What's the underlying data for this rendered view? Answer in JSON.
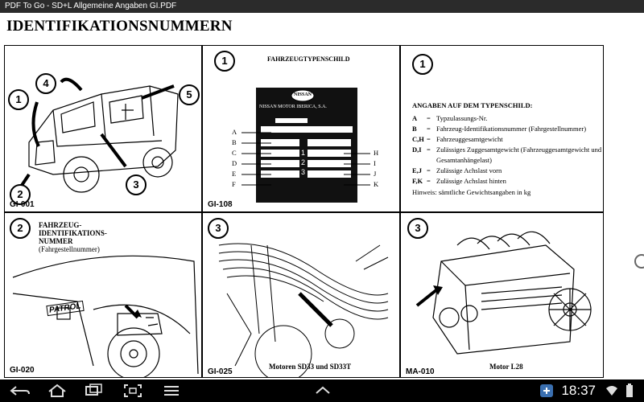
{
  "window": {
    "title": "PDF To Go - SD+L Allgemeine Angaben GI.PDF"
  },
  "document": {
    "title": "IDENTIFIKATIONSNUMMERN",
    "panels": {
      "p1": {
        "code": "GI-001",
        "callouts": [
          "1",
          "2",
          "3",
          "4",
          "5"
        ]
      },
      "p2": {
        "badge": "1",
        "code": "GI-108",
        "plate_title": "FAHRZEUGTYPENSCHILD",
        "brand": "NISSAN",
        "maker": "NISSAN MOTOR IBERICA, S.A.",
        "letters_left": [
          "A",
          "B",
          "C",
          "D",
          "E",
          "F"
        ],
        "letters_right": [
          "H",
          "I",
          "J",
          "K"
        ],
        "digits": [
          "1",
          "2",
          "3"
        ]
      },
      "p3": {
        "badge": "1",
        "heading": "ANGABEN AUF DEM TYPENSCHILD:",
        "items": [
          {
            "key": "A",
            "text": "Typzulassungs-Nr."
          },
          {
            "key": "B",
            "text": "Fahrzeug-Identifikationsnummer (Fahrgestellnummer)"
          },
          {
            "key": "C,H",
            "text": "Fahrzeuggesamtgewicht"
          },
          {
            "key": "D,I",
            "text": "Zulässiges Zuggesamtgewicht (Fahrzeuggesamtgewicht und Gesamtanhängelast)"
          },
          {
            "key": "E,J",
            "text": "Zulässige Achslast vorn"
          },
          {
            "key": "F,K",
            "text": "Zulässige Achslast hinten"
          }
        ],
        "note": "Hinweis: sämtliche Gewichtsangaben in kg"
      },
      "p4": {
        "badge": "2",
        "code": "GI-020",
        "label_1": "FAHRZEUG-",
        "label_2": "IDENTIFIKATIONS-",
        "label_3": "NUMMER",
        "label_4": "(Fahrgestellnummer)",
        "badge_text": "PATROL"
      },
      "p5": {
        "badge": "3",
        "code": "GI-025",
        "caption": "Motoren SD33 und SD33T"
      },
      "p6": {
        "badge": "3",
        "code": "MA-010",
        "caption": "Motor L28"
      }
    }
  },
  "navbar": {
    "time": "18:37"
  }
}
